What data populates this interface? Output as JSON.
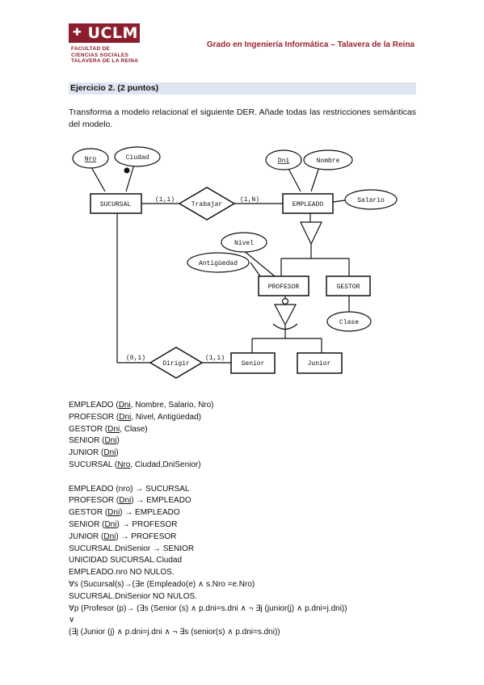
{
  "header": {
    "logo_text": "UCLM",
    "logo_sub": [
      "FACULTAD DE",
      "CIENCIAS SOCIALES",
      "TALAVERA DE LA REINA"
    ],
    "title": "Grado en Ingeniería Informática – Talavera de la Reina"
  },
  "exercise": {
    "title": "Ejercicio 2. (2 puntos)",
    "intro": "Transforma a modelo relacional el siguiente DER. Añade todas las restricciones semánticas del modelo."
  },
  "diagram": {
    "entities": [
      "SUCURSAL",
      "EMPLEADO",
      "PROFESOR",
      "GESTOR",
      "Senior",
      "Junior"
    ],
    "relationships": [
      "Trabajar",
      "Dirigir"
    ],
    "attributes": [
      "Nro",
      "Ciudad",
      "Dni",
      "Nombre",
      "Salario",
      "Nivel",
      "Antigüedad",
      "Clase"
    ],
    "cardinalities": {
      "trabajar_left": "(1,1)",
      "trabajar_right": "(1,N)",
      "dirigir_left": "(0,1)",
      "dirigir_right": "(1,1)"
    }
  },
  "tables": {
    "empleado": {
      "name": "EMPLEADO (",
      "key": "Dni",
      "rest": ", Nombre, Salario, Nro)"
    },
    "profesor": {
      "name": "PROFESOR (",
      "key": "Dni",
      "rest": ", Nivel, Antigüedad)"
    },
    "gestor": {
      "name": "GESTOR (",
      "key": "Dni",
      "rest": ", Clase)"
    },
    "senior": {
      "name": "SENIOR (",
      "key": "Dni",
      "rest": ")"
    },
    "junior": {
      "name": "JUNIOR (",
      "key": "Dni",
      "rest": ")"
    },
    "sucursal": {
      "name": "SUCURSAL (",
      "key": "Nro",
      "rest": ", Ciudad,DniSenior)"
    }
  },
  "constraints": {
    "fk1": "EMPLEADO (nro) → SUCURSAL",
    "fk2": {
      "pre": "PROFESOR (",
      "key": "Dni",
      "post": ") → EMPLEADO"
    },
    "fk3": {
      "pre": "GESTOR (",
      "key": "Dni",
      "post": ") → EMPLEADO"
    },
    "fk4": {
      "pre": "SENIOR (",
      "key": "Dni",
      "post": ") → PROFESOR"
    },
    "fk5": {
      "pre": "JUNIOR (",
      "key": "Dni",
      "post": ") → PROFESOR"
    },
    "fk6": "SUCURSAL.DniSenior → SENIOR",
    "unique": "UNICIDAD SUCURSAL.Ciudad",
    "notnull1": "EMPLEADO.nro NO NULOS.",
    "rule1": "∀s (Sucursal(s)→(∃e (Empleado(e) ∧ s.Nro =e.Nro)",
    "notnull2": "SUCURSAL.DniSenior NO NULOS.",
    "rule2": "∀p (Profesor (p)→ (∃s (Senior (s) ∧ p.dni=s.dni ∧ ¬ ∃j (junior(j) ∧ p.dni=j.dni))",
    "or": "∨",
    "rule3": "(∃j (Junior (j) ∧ p.dni=j.dni ∧ ¬ ∃s (senior(s) ∧ p.dni=s.dni))"
  }
}
